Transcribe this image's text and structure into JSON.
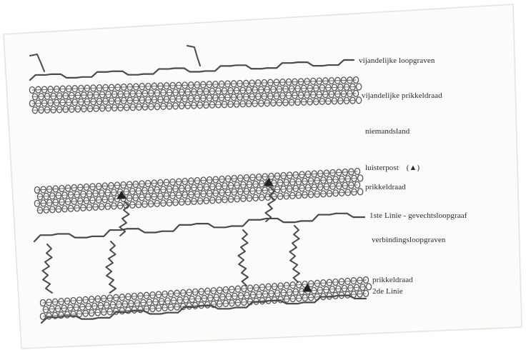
{
  "labels": {
    "enemy_trench": "vijandelijke loopgraven",
    "enemy_wire": "vijandelijke prikkeldraad",
    "no_mans_land": "niemandsland",
    "listening_post": "luisterpost",
    "listening_post_symbol": "(▲)",
    "wire_front": "prikkeldraad",
    "first_line": "1ste Linie - gevechtsloopgraaf",
    "communication_trench": "verbindingsloopgraven",
    "wire_rear": "prikkeldraad",
    "second_line": "2de Linie"
  },
  "colors": {
    "paper": "#fbfbf9",
    "line": "#4a4a4a",
    "wire": "#555555",
    "fill": "#d6d6d6"
  }
}
